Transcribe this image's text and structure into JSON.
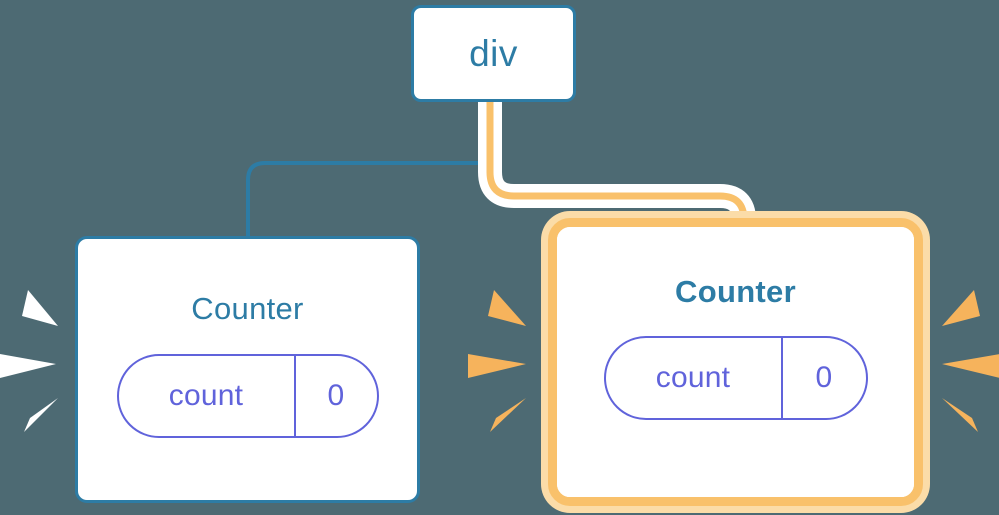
{
  "diagram": {
    "title_semantic": "react-component-re-render-highlight",
    "background_color": "#4d6a73",
    "nodes": {
      "root": {
        "label": "div",
        "border_color": "#2d7ca5",
        "text_color": "#2d7ca5"
      },
      "counter_left": {
        "title": "Counter",
        "state_key": "count",
        "state_value": "0",
        "border_color": "#2d7ca5",
        "title_color": "#2d7ca5",
        "state_color": "#6063db",
        "highlighted": "false",
        "sparkle_color": "#ffffff"
      },
      "counter_right": {
        "title": "Counter",
        "state_key": "count",
        "state_value": "0",
        "border_color": "#f9c16b",
        "glow_color": "#fbdca8",
        "title_color": "#2d7ca5",
        "state_color": "#6063db",
        "highlighted": "true",
        "sparkle_color": "#f6b35c"
      }
    },
    "edges": {
      "to_left": {
        "color": "#2d7ca5",
        "style": "thin",
        "from": "div",
        "to": "Counter"
      },
      "to_right": {
        "color": "#f9c16b",
        "halo_color": "#ffffff",
        "style": "highlighted",
        "from": "div",
        "to": "Counter"
      }
    }
  }
}
